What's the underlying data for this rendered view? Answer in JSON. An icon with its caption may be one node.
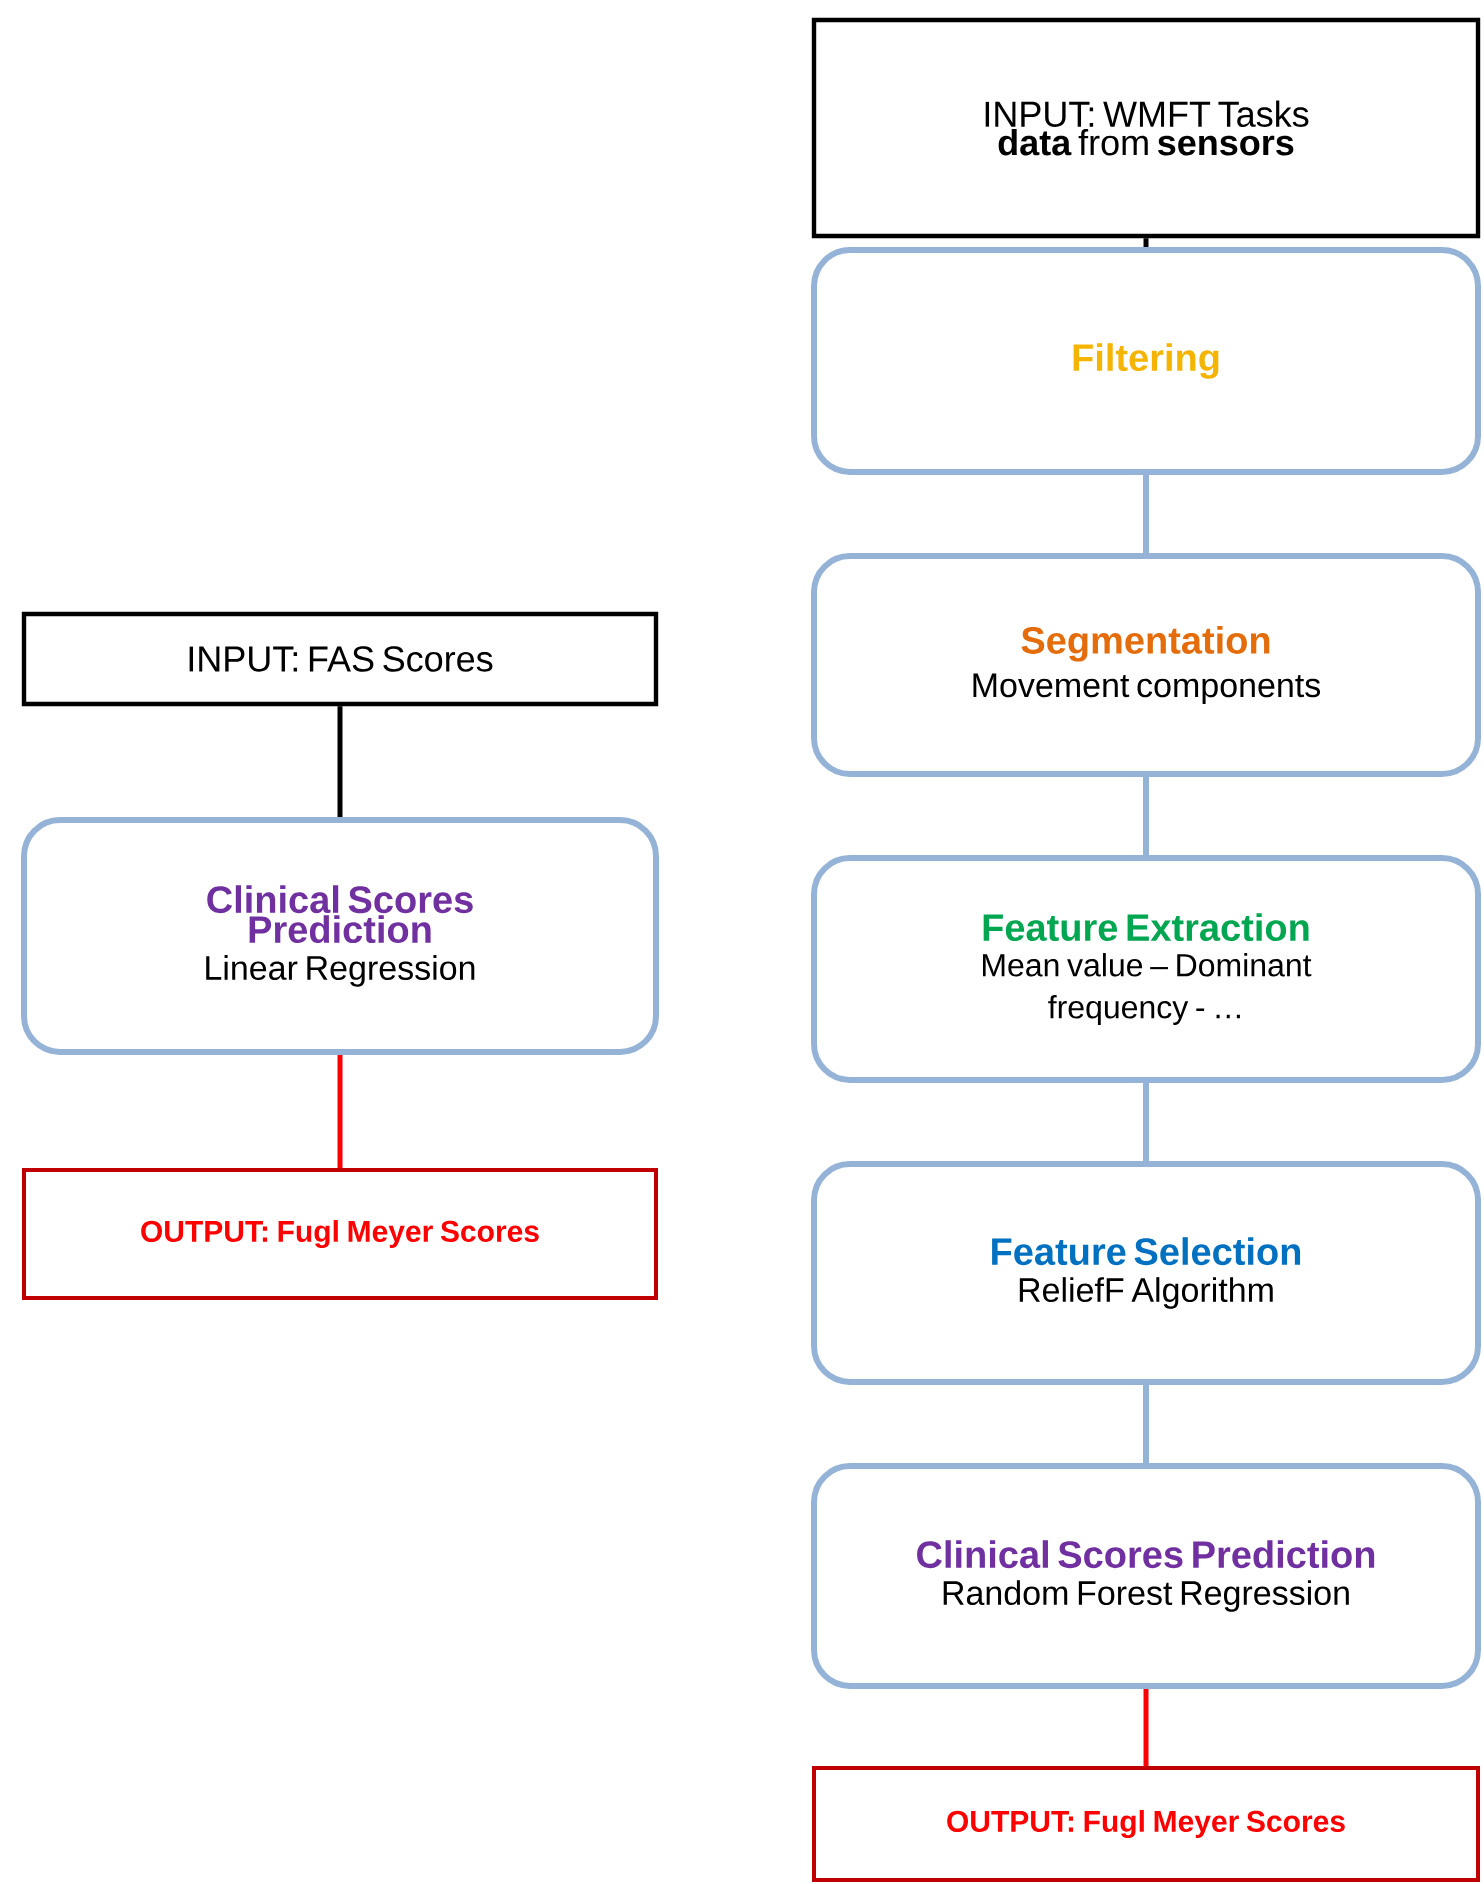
{
  "diagram": {
    "nodes": [
      {
        "text": [
          "INPUT: FAS Scores"
        ]
      },
      {
        "text": [
          "Clinical Scores Prediction",
          "Linear Regression"
        ]
      },
      {
        "text": [
          "OUTPUT: Fugl Meyer Scores"
        ]
      },
      {
        "text": [
          "INPUT: WMFT Tasks **data** from **sensors**"
        ]
      },
      {
        "text": [
          "Filtering"
        ]
      },
      {
        "text": [
          "Segmentation",
          "Movement components"
        ]
      },
      {
        "text": [
          "Feature Extraction",
          "Mean value – Dominant frequency - …"
        ]
      },
      {
        "text": [
          "Feature Selection",
          "ReliefF Algorithm"
        ]
      },
      {
        "text": [
          "Clinical Scores Prediction",
          "Random Forest Regression"
        ]
      },
      {
        "text": [
          "OUTPUT: Fugl Meyer Scores"
        ]
      }
    ],
    "edges": [
      {
        "from": 0,
        "to": 1,
        "arrow": "none",
        "color": "#000000"
      },
      {
        "from": 1,
        "to": 2,
        "arrow": "none",
        "color": "#ff0000"
      },
      {
        "from": 3,
        "to": 4,
        "arrow": "none",
        "color": "#000000"
      },
      {
        "from": 4,
        "to": 5,
        "arrow": "none"
      },
      {
        "from": 5,
        "to": 6,
        "arrow": "none"
      },
      {
        "from": 6,
        "to": 7,
        "arrow": "none"
      },
      {
        "from": 7,
        "to": 8,
        "arrow": "none"
      },
      {
        "from": 8,
        "to": 9,
        "arrow": "none",
        "color": "#ff0000"
      }
    ]
  }
}
